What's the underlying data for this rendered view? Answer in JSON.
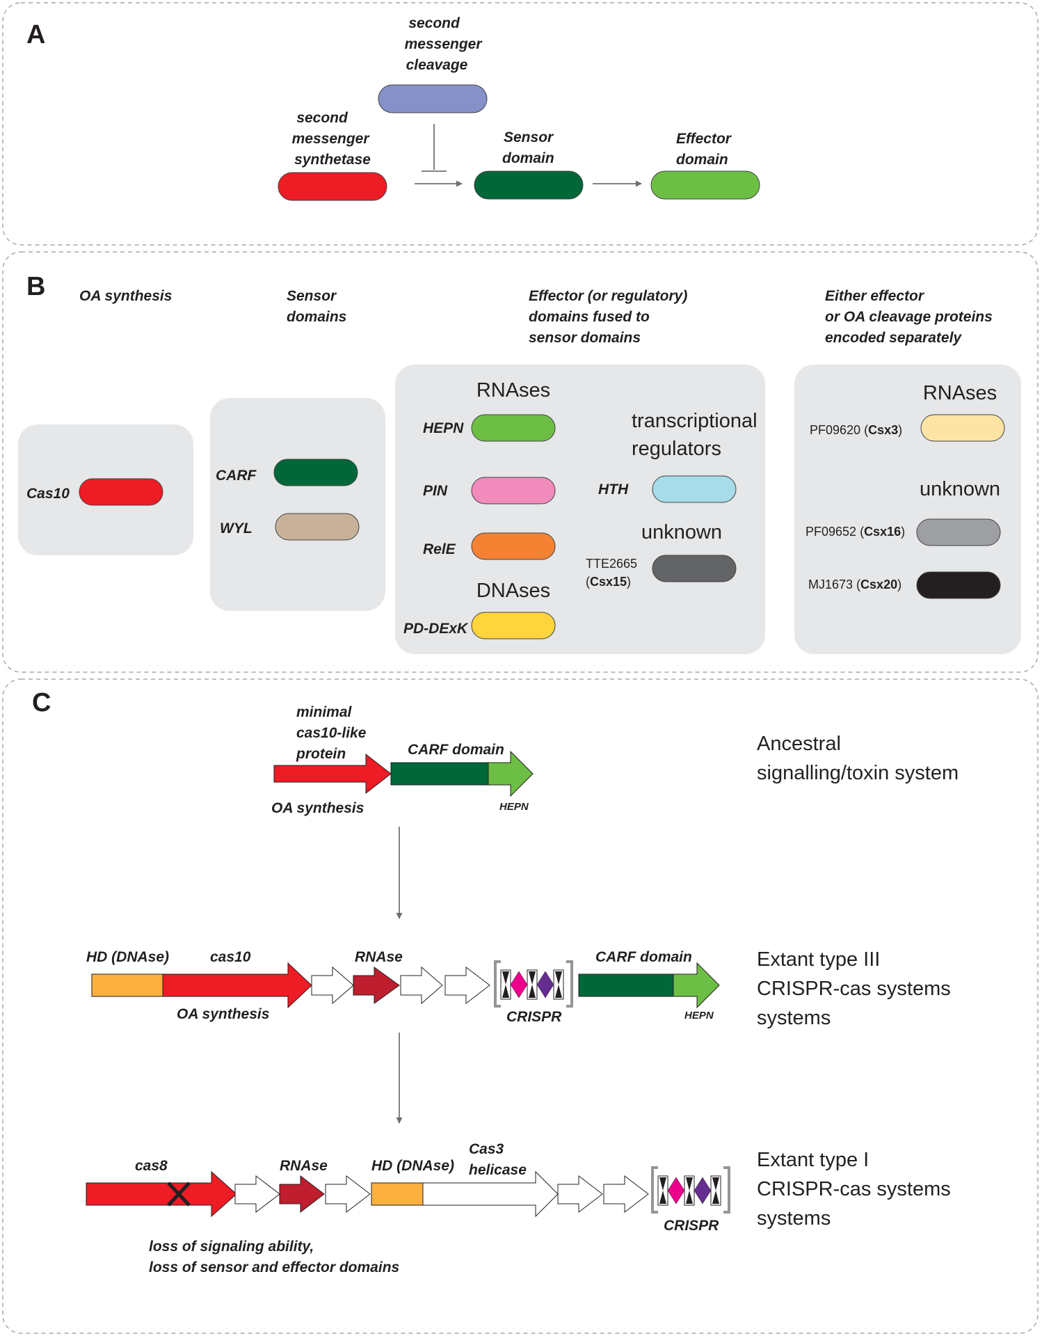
{
  "colors": {
    "red": "#ee1c25",
    "blue_purple": "#8591c8",
    "dark_green": "#006838",
    "light_green": "#6dbe45",
    "beige": "#c7b299",
    "pink": "#f18bbb",
    "orange": "#f58233",
    "yellow": "#ffd43c",
    "light_blue": "#a7dce9",
    "dark_gray": "#636466",
    "pale_yellow": "#fde4a5",
    "gray": "#9d9fa2",
    "black": "#231f20",
    "crimson": "#be1e2d",
    "amber": "#fbb040",
    "magenta": "#ec008c",
    "purple": "#662d91",
    "panel_gray": "#e6e7e8"
  },
  "panel_a": {
    "letter": "A",
    "cleavage_label": [
      "second",
      "messenger",
      "cleavage"
    ],
    "synthetase_label": [
      "second",
      "messenger",
      "synthetase"
    ],
    "sensor_label": [
      "Sensor",
      "domain"
    ],
    "effector_label": [
      "Effector",
      "domain"
    ]
  },
  "panel_b": {
    "letter": "B",
    "col1_header": [
      "OA synthesis"
    ],
    "col2_header": [
      "Sensor",
      "domains"
    ],
    "col3_header": [
      "Effector (or regulatory)",
      "domains fused  to",
      "sensor domains"
    ],
    "col4_header": [
      "Either effector",
      "or OA cleavage proteins",
      "encoded separately"
    ],
    "cas10": "Cas10",
    "carf": "CARF",
    "wyl": "WYL",
    "rnases": "RNAses",
    "hepn": "HEPN",
    "pin": "PIN",
    "rele": "RelE",
    "dnases": "DNAses",
    "pddexk": "PD-DExK",
    "transcriptional": [
      "transcriptional",
      "regulators"
    ],
    "hth": "HTH",
    "unknown": "unknown",
    "tte_name": "TTE2665",
    "tte_bold": "Csx15",
    "rnases2": "RNAses",
    "pf09620_name": "PF09620",
    "pf09620_bold": "Csx3",
    "unknown2": "unknown",
    "pf09652_name": "PF09652",
    "pf09652_bold": "Csx16",
    "mj1673_name": "MJ1673",
    "mj1673_bold": "Csx20"
  },
  "panel_c": {
    "letter": "C",
    "minimal_label": [
      "minimal",
      "cas10-like",
      "protein"
    ],
    "carf_domain": "CARF domain",
    "oa_synthesis": "OA synthesis",
    "hepn": "HEPN",
    "ancestral": [
      "Ancestral",
      "signalling/toxin system"
    ],
    "hd_dnase": "HD (DNAse)",
    "cas10": "cas10",
    "rnase": "RNAse",
    "carf_domain2": "CARF domain",
    "oa_synthesis2": "OA synthesis",
    "crispr": "CRISPR",
    "hepn2": "HEPN",
    "type3": [
      "Extant type III",
      "CRISPR-cas systems",
      "systems"
    ],
    "cas8": "cas8",
    "rnase2": "RNAse",
    "hd_dnase2": "HD (DNAse)",
    "cas3": [
      "Cas3",
      "helicase"
    ],
    "crispr2": "CRISPR",
    "loss": [
      "loss of signaling ability,",
      "loss of sensor and effector domains"
    ],
    "type1": [
      "Extant type I",
      "CRISPR-cas systems",
      "systems"
    ]
  }
}
